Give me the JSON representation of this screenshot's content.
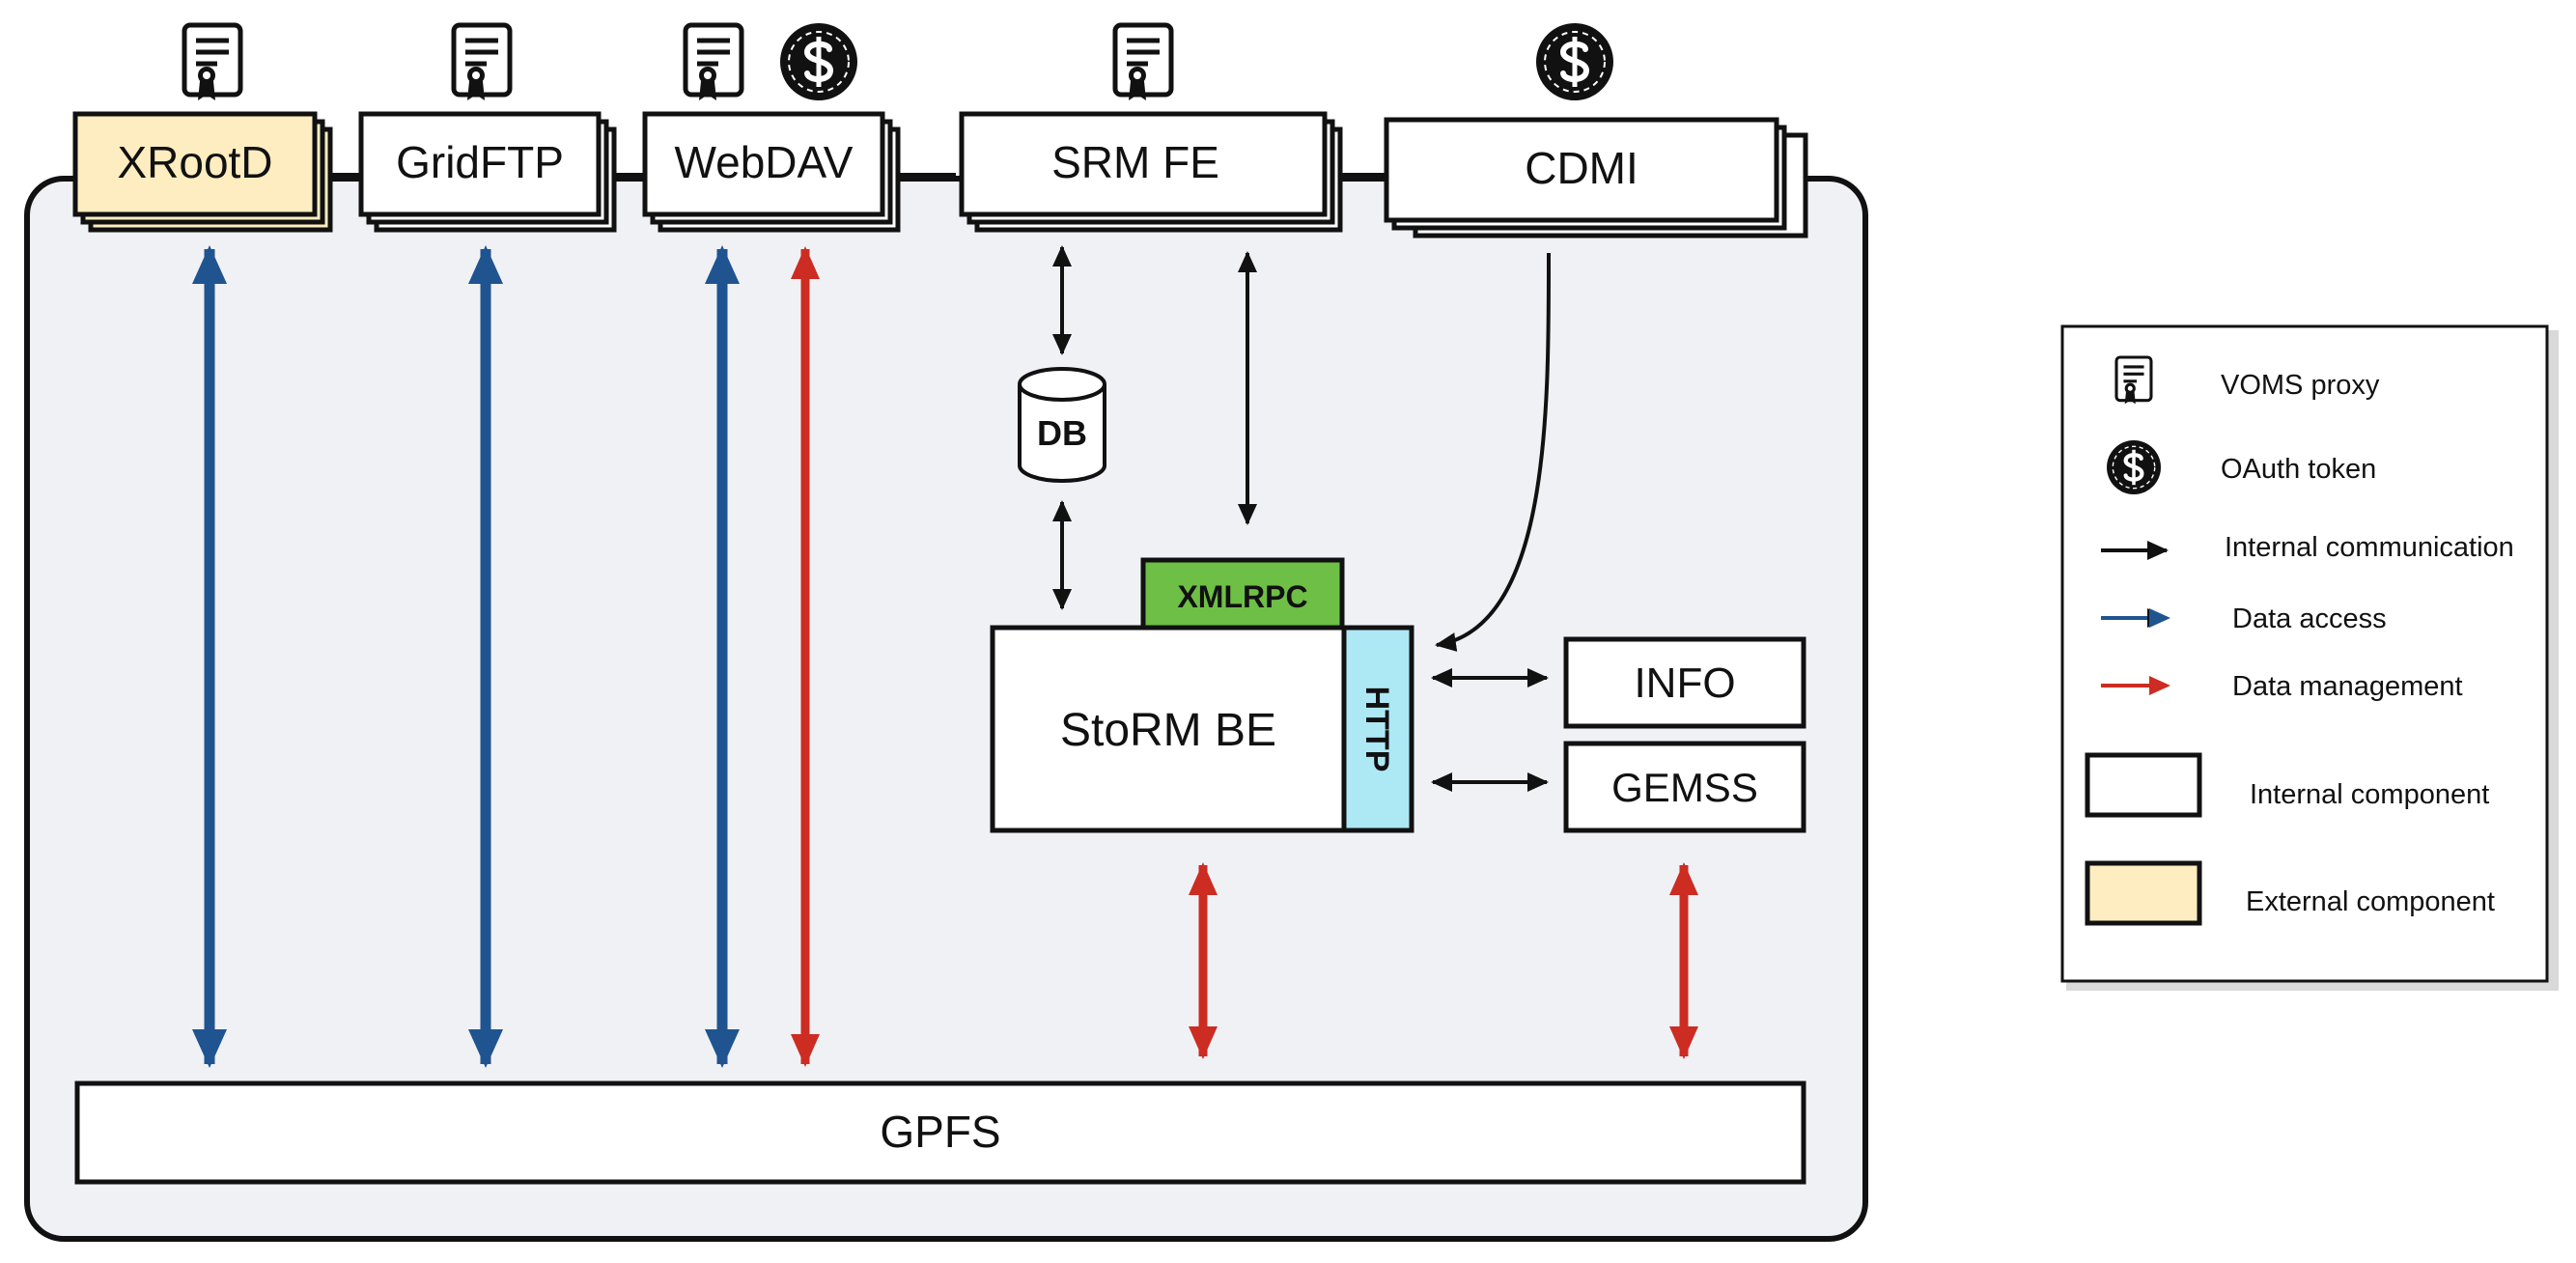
{
  "components": {
    "xrootd": "XRootD",
    "gridftp": "GridFTP",
    "webdav": "WebDAV",
    "srm_fe": "SRM FE",
    "cdmi": "CDMI",
    "db": "DB",
    "xmlrpc": "XMLRPC",
    "http": "HTTP",
    "storm_be": "StoRM BE",
    "info": "INFO",
    "gemss": "GEMSS",
    "gpfs": "GPFS"
  },
  "legend": {
    "voms_proxy": "VOMS proxy",
    "oauth_token": "OAuth token",
    "internal_communication": "Internal communication",
    "data_access": "Data access",
    "data_management": "Data management",
    "internal_component": "Internal component",
    "external_component": "External component"
  },
  "icons": {
    "voms_proxy": "certificate-icon",
    "oauth_token": "dollar-token-icon"
  },
  "colors": {
    "external_component_fill": "#fdedc0",
    "internal_component_fill": "#ffffff",
    "container_fill": "#f0f1f5",
    "xmlrpc_fill": "#6ebf45",
    "http_fill": "#ade8f5",
    "internal_communication": "#111111",
    "data_access": "#1f5490",
    "data_management": "#cc2c22"
  }
}
